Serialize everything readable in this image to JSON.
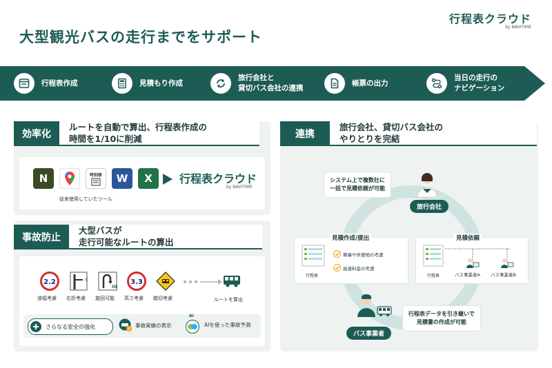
{
  "page_title": "大型観光バスの走行までをサポート",
  "logo": {
    "main": "行程表クラウド",
    "sub": "by NAVITIME"
  },
  "process_steps": [
    {
      "label": "行程表作成",
      "icon": "itinerary-icon"
    },
    {
      "label": "見積もり作成",
      "icon": "calculator-icon"
    },
    {
      "label": "旅行会社と\n貸切バス会社の連携",
      "icon": "sync-icon"
    },
    {
      "label": "帳票の出力",
      "icon": "document-icon"
    },
    {
      "label": "当日の走行の\nナビゲーション",
      "icon": "route-icon"
    }
  ],
  "efficiency": {
    "tag": "効率化",
    "text": "ルートを自動で算出、行程表作成の\n時間を1/10に削減",
    "tools_caption": "従来使用していたツール",
    "tools": [
      {
        "label": "N",
        "icon": "notion-icon",
        "color": "#3a4a22"
      },
      {
        "label": "",
        "icon": "google-maps-icon",
        "color": "#ffffff"
      },
      {
        "label": "時刻表",
        "icon": "timetable-icon",
        "color": "#ffffff"
      },
      {
        "label": "W",
        "icon": "word-icon",
        "color": "#2b579a"
      },
      {
        "label": "X",
        "icon": "excel-icon",
        "color": "#217346"
      }
    ],
    "product_main": "行程表クラウド",
    "product_sub": "by NAVITIME"
  },
  "safety": {
    "tag": "事故防止",
    "text": "大型バスが\n走行可能なルートの算出",
    "signs": [
      {
        "label": "道幅考慮",
        "glyph": "2.2",
        "icon": "road-width-sign-icon"
      },
      {
        "label": "右折考慮",
        "glyph": "",
        "icon": "right-turn-sign-icon"
      },
      {
        "label": "旋回可能",
        "glyph": "OK",
        "icon": "turnaround-sign-icon"
      },
      {
        "label": "高さ考慮",
        "glyph": "3.3",
        "icon": "height-sign-icon"
      },
      {
        "label": "踏切考慮",
        "glyph": "",
        "icon": "railroad-crossing-sign-icon"
      }
    ],
    "result_label": "ルートを算出",
    "features": [
      {
        "label": "さらなる安全の強化",
        "icon": "plus-icon"
      },
      {
        "label": "事故実績の表示",
        "icon": "accident-car-icon"
      },
      {
        "label": "AIを使った事故予測",
        "icon": "ai-brain-icon",
        "badge": "AI"
      }
    ]
  },
  "collab": {
    "tag": "連携",
    "text": "旅行会社、貸切バス会社の\nやりとりを完結",
    "note_top": "システム上で複数社に\n一括で見積依頼が可能",
    "note_bottom": "行程表データを引き継いで\n見積書の作成が可能",
    "travel_agency": "旅行会社",
    "bus_operator": "バス事業者",
    "quote_create": {
      "title": "見積作成/提出",
      "sheet_label": "行程表",
      "checks": [
        "車庫や休憩地の考慮",
        "高速料金の考慮"
      ]
    },
    "quote_request": {
      "title": "見積依頼",
      "sheet_label": "行程表",
      "operators": [
        "バス事業者A",
        "バス事業者B"
      ]
    }
  },
  "colors": {
    "primary": "#1d5c55",
    "light": "#eef2f1",
    "accent": "#2e7d72"
  }
}
